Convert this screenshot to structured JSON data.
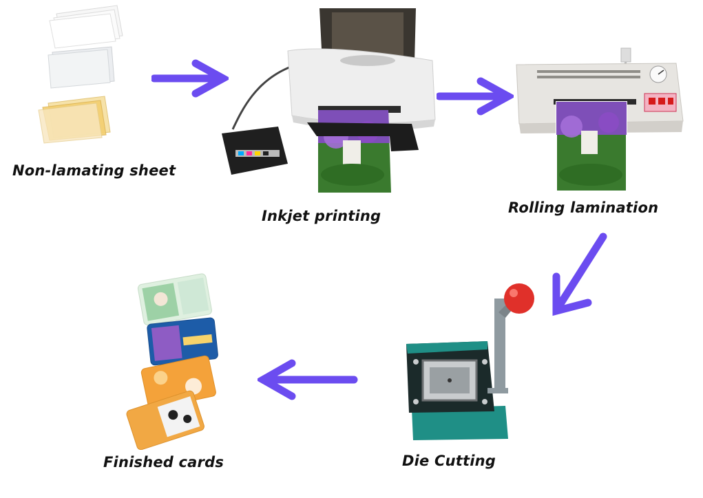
{
  "diagram": {
    "steps": [
      {
        "id": "sheet",
        "label": "Non-lamating sheet"
      },
      {
        "id": "print",
        "label": "Inkjet printing"
      },
      {
        "id": "laminate",
        "label": "Rolling lamination"
      },
      {
        "id": "cut",
        "label": "Die Cutting"
      },
      {
        "id": "cards",
        "label": "Finished cards"
      }
    ],
    "arrows": [
      {
        "from": "sheet",
        "to": "print"
      },
      {
        "from": "print",
        "to": "laminate"
      },
      {
        "from": "laminate",
        "to": "cut"
      },
      {
        "from": "cut",
        "to": "cards"
      }
    ],
    "colors": {
      "arrow": "#6b4cf0",
      "label": "#111111",
      "printer_body": "#eeeeee",
      "laminator_body": "#e7e5e1",
      "cutter_body": "#1f8f86",
      "cutter_knob": "#e0302a",
      "sheet_tint": "#f0c060"
    },
    "icons": {
      "sheet": "stacked-sheets-icon",
      "print": "inkjet-printer-icon",
      "laminate": "laminator-machine-icon",
      "cut": "die-cutter-machine-icon",
      "cards": "card-fan-icon"
    }
  }
}
